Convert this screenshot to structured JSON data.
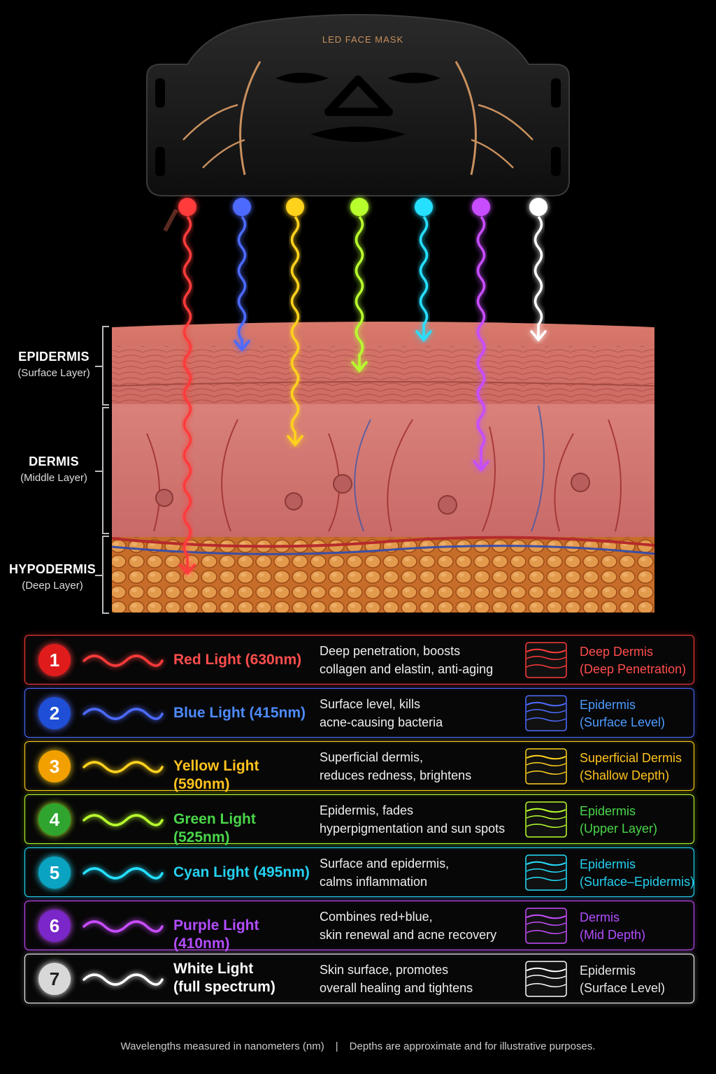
{
  "device": {
    "label": "LED FACE MASK"
  },
  "layers": [
    {
      "name": "EPIDERMIS",
      "sub": "(Surface Layer)"
    },
    {
      "name": "DERMIS",
      "sub": "(Middle Layer)"
    },
    {
      "name": "HYPODERMIS",
      "sub": "(Deep Layer)"
    }
  ],
  "lights": [
    {
      "num": "1",
      "name": "Red Light (630nm)",
      "desc1": "Deep penetration, boosts",
      "desc2": "collagen and elastin, anti-aging",
      "depth1": "Deep Dermis",
      "depth2": "(Deep Penetration)",
      "color": "#ff3b3b",
      "badge": "#e01b1b",
      "name_color": "#ff4d4d",
      "depth_color": "#ff4d4d"
    },
    {
      "num": "2",
      "name": "Blue Light (415nm)",
      "desc1": "Surface level, kills",
      "desc2": "acne-causing bacteria",
      "depth1": "Epidermis",
      "depth2": "(Surface Level)",
      "color": "#4d6bff",
      "badge": "#1e4fd6",
      "name_color": "#4d8bff",
      "depth_color": "#4d9bff"
    },
    {
      "num": "3",
      "name": "Yellow Light (590nm)",
      "desc1": "Superficial dermis,",
      "desc2": "reduces redness, brightens",
      "depth1": "Superficial Dermis",
      "depth2": "(Shallow Depth)",
      "color": "#ffd21e",
      "badge": "#f2a000",
      "name_color": "#ffc21e",
      "depth_color": "#ffc21e"
    },
    {
      "num": "4",
      "name": "Green Light (525nm)",
      "desc1": "Epidermis, fades",
      "desc2": "hyperpigmentation and sun spots",
      "depth1": "Epidermis",
      "depth2": "(Upper Layer)",
      "color": "#b8ff2e",
      "badge": "#2fa52f",
      "name_color": "#49d64a",
      "depth_color": "#49d64a"
    },
    {
      "num": "5",
      "name": "Cyan Light (495nm)",
      "desc1": "Surface and epidermis,",
      "desc2": "calms inflammation",
      "depth1": "Epidermis",
      "depth2": "(Surface–Epidermis)",
      "color": "#25e0ff",
      "badge": "#0aa3c2",
      "name_color": "#25d0f0",
      "depth_color": "#25d0f0"
    },
    {
      "num": "6",
      "name": "Purple Light (410nm)",
      "desc1": "Combines red+blue,",
      "desc2": "skin renewal and acne recovery",
      "depth1": "Dermis",
      "depth2": "(Mid Depth)",
      "color": "#c84dff",
      "badge": "#7a26c9",
      "name_color": "#b34dff",
      "depth_color": "#b34dff"
    },
    {
      "num": "7",
      "name": "White Light",
      "name2": "(full spectrum)",
      "desc1": "Skin surface, promotes",
      "desc2": "overall healing and tightens",
      "depth1": "Epidermis",
      "depth2": "(Surface Level)",
      "color": "#ffffff",
      "badge": "#d8d8d8",
      "name_color": "#ffffff",
      "depth_color": "#e6e6e6"
    }
  ],
  "footnote": {
    "left": "Wavelengths measured in nanometers (nm)",
    "divider": "|",
    "right": "Depths are approximate and for illustrative purposes."
  }
}
